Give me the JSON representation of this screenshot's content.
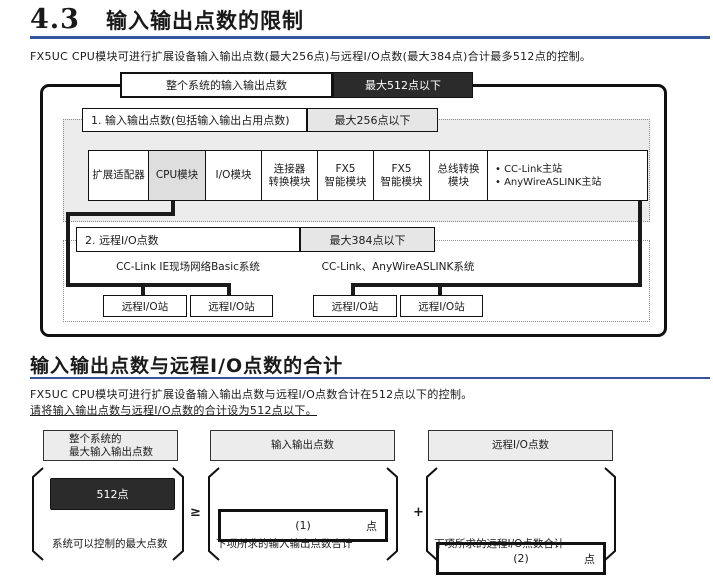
{
  "colors": {
    "accent_rule": "#35549b",
    "dark_box": "#2b2b2b",
    "region_fill": "#ececec"
  },
  "section1": {
    "number": "4.3",
    "title": "输入输出点数的限制",
    "intro": "FX5UC CPU模块可进行扩展设备输入输出点数(最大256点)与远程I/O点数(最大384点)合计最多512点的控制。"
  },
  "diagram1": {
    "total_box": {
      "label": "整个系统的输入输出点数",
      "value": "最大512点以下"
    },
    "io_box": {
      "label": "1.  输入输出点数(包括输入输出占用点数)",
      "value": "最大256点以下"
    },
    "modules": [
      {
        "lines": [
          "扩展适配器"
        ]
      },
      {
        "lines": [
          "CPU模块"
        ]
      },
      {
        "lines": [
          "I/O模块"
        ]
      },
      {
        "lines": [
          "连接器",
          "转换模块"
        ]
      },
      {
        "lines": [
          "FX5",
          "智能模块"
        ]
      },
      {
        "lines": [
          "FX5",
          "智能模块"
        ]
      },
      {
        "lines": [
          "总线转换",
          "模块"
        ]
      },
      {
        "lines": [
          "• CC-Link主站",
          "• AnyWireASLINK主站"
        ]
      }
    ],
    "remote_box": {
      "label": "2.  远程I/O点数",
      "value": "最大384点以下"
    },
    "networks": [
      {
        "name": "CC-Link IE现场网络Basic系统",
        "stations": [
          "远程I/O站",
          "远程I/O站"
        ]
      },
      {
        "name": "CC-Link、AnyWireASLINK系统",
        "stations": [
          "远程I/O站",
          "远程I/O站"
        ]
      }
    ]
  },
  "section2": {
    "title": "输入输出点数与远程I/O点数的合计",
    "body1": "FX5UC CPU模块可进行扩展设备输入输出点数与远程I/O点数合计在512点以下的控制。",
    "body2": "请将输入输出点数与远程I/O点数的合计设为512点以下。"
  },
  "diagram2": {
    "columns": [
      {
        "header_lines": [
          "整个系统的",
          "最大输入输出点数"
        ],
        "box_value": "512点",
        "caption": "系统可以控制的最大点数"
      },
      {
        "header_lines": [
          "输入输出点数"
        ],
        "box_value": "(1)",
        "box_unit": "点",
        "caption": "下项所求的输入输出点数合计"
      },
      {
        "header_lines": [
          "远程I/O点数"
        ],
        "box_value": "(2)",
        "box_unit": "点",
        "caption": "下项所求的远程I/O点数合计"
      }
    ],
    "operator_ge": "≥",
    "operator_plus": "+"
  }
}
